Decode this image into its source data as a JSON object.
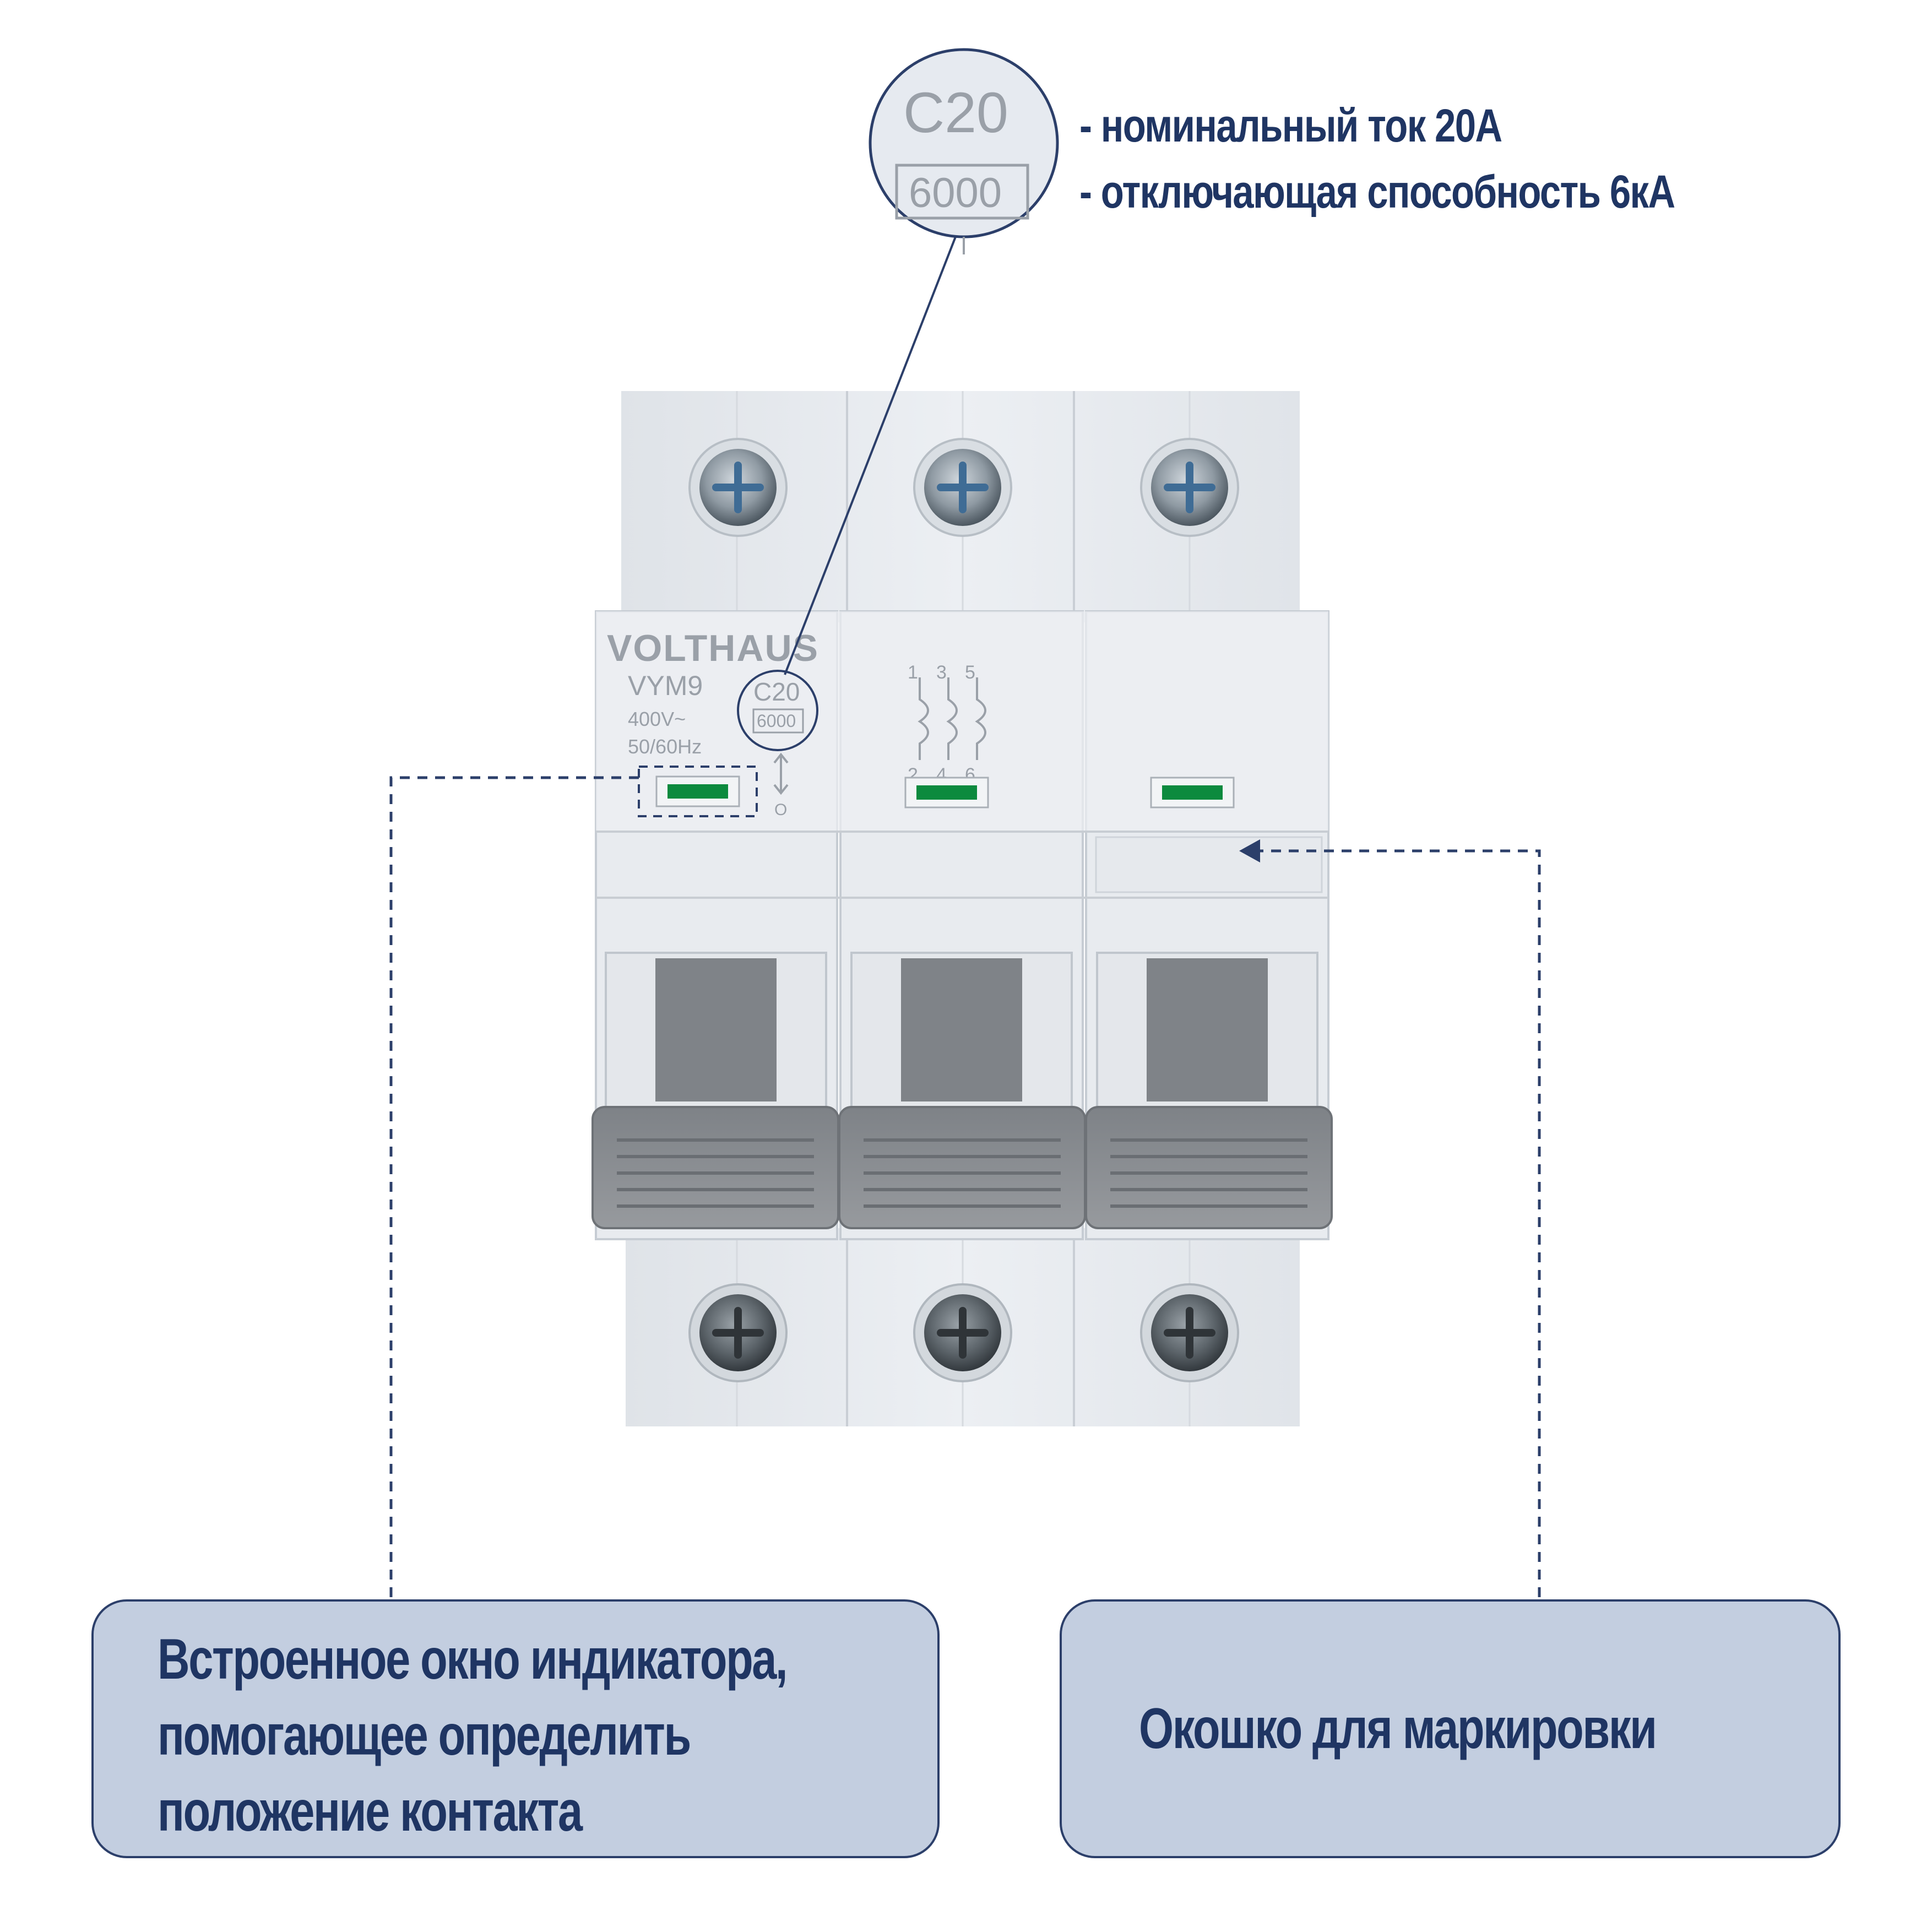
{
  "zoom_badge": {
    "curve_rating": "C20",
    "breaking_capacity": "6000"
  },
  "specs": [
    "- номинальный ток 20А",
    "- отключающая способность 6кА"
  ],
  "breaker": {
    "brand": "VOLTHAUS",
    "model": "VYM9",
    "rating": "C20",
    "capacity": "6000",
    "voltage": "400V~",
    "frequency": "50/60Hz",
    "terminals_top": [
      "1",
      "3",
      "5"
    ],
    "terminals_bottom": [
      "2",
      "4",
      "6"
    ],
    "off_symbol": "O"
  },
  "callouts": {
    "indicator": {
      "lines": [
        "Встроенное окно индикатора,",
        "помогающее определить",
        "положение контакта"
      ]
    },
    "label_window": {
      "text": "Окошко для маркировки"
    }
  },
  "colors": {
    "navy": "#1f3563",
    "callout_fill": "#c3cee0",
    "housing": "#e6eaf0",
    "handle": "#8e9196",
    "indicator_green": "#0c8a3e"
  }
}
